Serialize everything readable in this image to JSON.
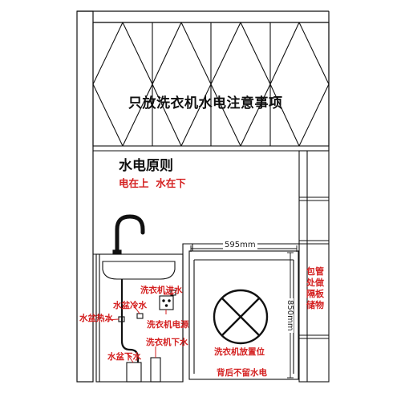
{
  "title": "只放洗衣机水电注意事项",
  "principle": {
    "heading": "水电原则",
    "rule": "电在上  水在下"
  },
  "labels": {
    "washer_inlet": "洗衣机进水",
    "basin_cold": "水盆冷水",
    "basin_hot": "水盆热水",
    "washer_power": "洗衣机电源",
    "washer_drain": "洗衣机下水",
    "basin_drain": "水盆下水",
    "washer_spot": "洗衣机放置位",
    "no_utilities_behind": "背后不留水电",
    "side_shelf_note": "包管处做隔板储物"
  },
  "dimensions": {
    "width": "595mm",
    "height": "850mm"
  },
  "colors": {
    "line": "#111111",
    "accent": "#d42020",
    "background": "#ffffff"
  }
}
